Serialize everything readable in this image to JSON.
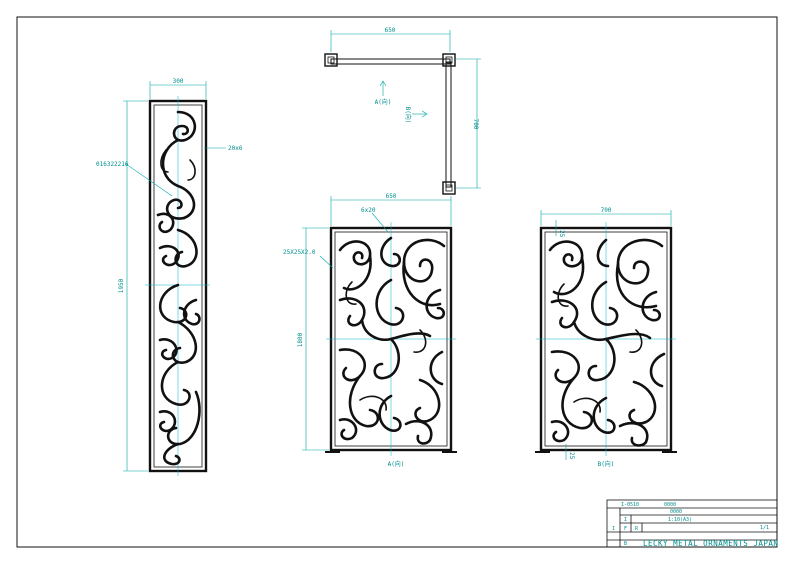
{
  "drawing": {
    "side_view": {
      "width_dim": "300",
      "height_dim": "1950",
      "callout_bar": "20x6",
      "callout_rod": "016322216"
    },
    "plan_view": {
      "width_dim": "650",
      "depth_dim": "700",
      "arrow_a": "A(向)",
      "arrow_b": "B(向)"
    },
    "elevation_a": {
      "width_dim": "650",
      "height_dim": "1800",
      "callout_bar": "6x20",
      "callout_post": "25X25X2.0",
      "label": "A(向)"
    },
    "elevation_b": {
      "width_dim": "700",
      "top_tick": "25",
      "bottom_tick": "25",
      "label": "B(向)"
    }
  },
  "title_block": {
    "drawing_no": "I-0510",
    "code_1": "0000",
    "code_2": "0000",
    "scale": "1:10(A3)",
    "page": "1/1",
    "mark_i": "I",
    "mark_f": "F",
    "mark_r": "R",
    "mark_b": "B",
    "company": "LECKY METAL ORNAMENTS JAPAN"
  }
}
